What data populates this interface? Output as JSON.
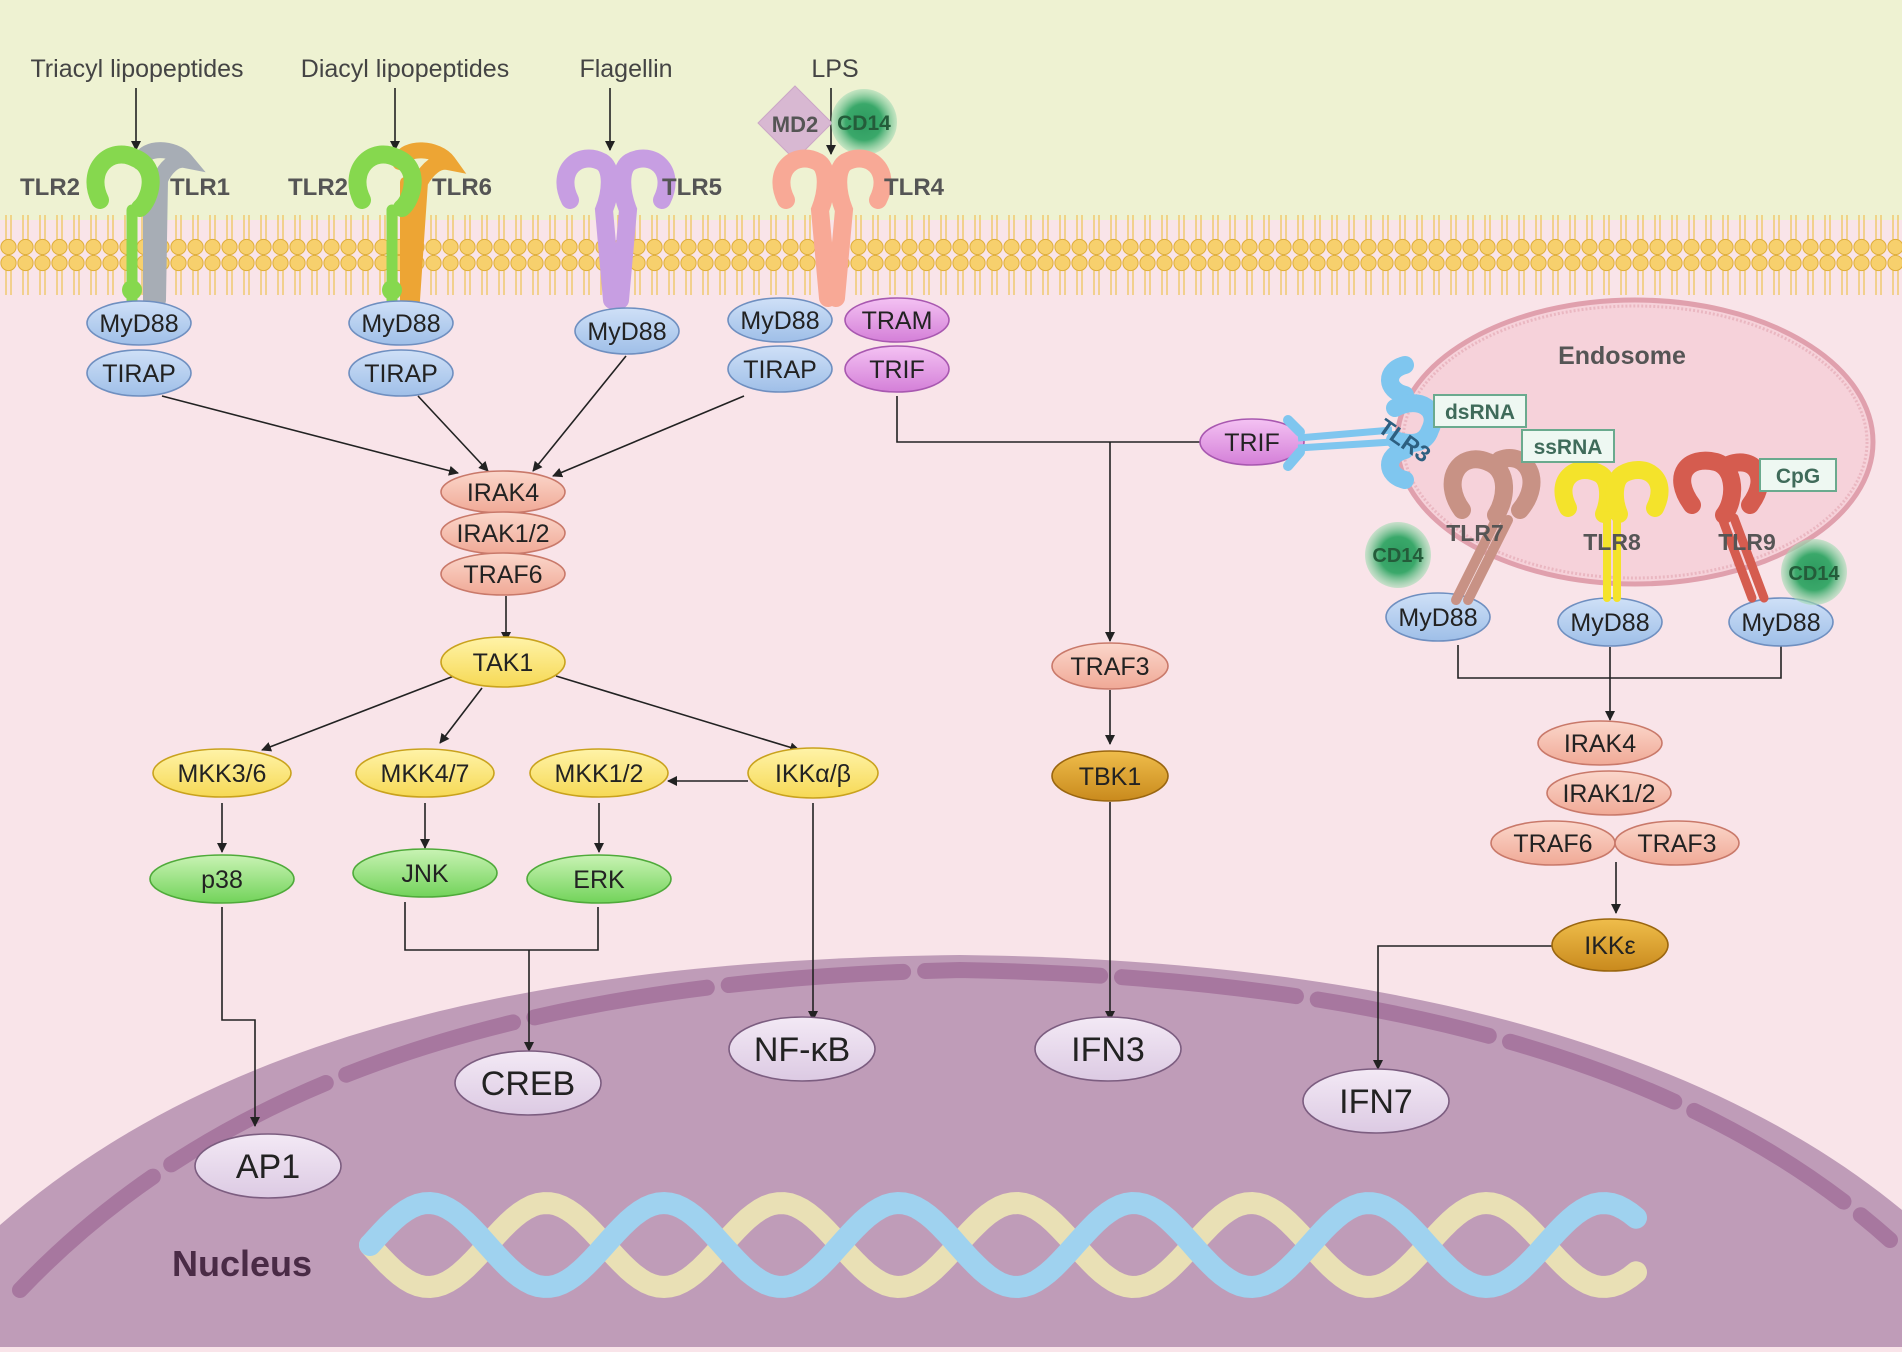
{
  "ligands": {
    "triacyl": "Triacyl lipopeptides",
    "diacyl": "Diacyl lipopeptides",
    "flagellin": "Flagellin",
    "lps": "LPS",
    "md2": "MD2",
    "cd14": "CD14"
  },
  "receptors": {
    "tlr2a": "TLR2",
    "tlr1": "TLR1",
    "tlr2b": "TLR2",
    "tlr6": "TLR6",
    "tlr5": "TLR5",
    "tlr4": "TLR4",
    "tlr3": "TLR3",
    "tlr7": "TLR7",
    "tlr8": "TLR8",
    "tlr9": "TLR9"
  },
  "adaptors": {
    "myd88_1": "MyD88",
    "tirap_1": "TIRAP",
    "myd88_2": "MyD88",
    "tirap_2": "TIRAP",
    "myd88_3": "MyD88",
    "myd88_4": "MyD88",
    "tirap_4": "TIRAP",
    "tram": "TRAM",
    "trif_4": "TRIF",
    "trif_3": "TRIF",
    "myd88_7": "MyD88",
    "myd88_8": "MyD88",
    "myd88_9": "MyD88"
  },
  "endosome": {
    "title": "Endosome",
    "dsrna": "dsRNA",
    "ssrna": "ssRNA",
    "cpg": "CpG",
    "cd14_left": "CD14",
    "cd14_right": "CD14"
  },
  "kinases": {
    "irak4": "IRAK4",
    "irak12": "IRAK1/2",
    "traf6": "TRAF6",
    "tak1": "TAK1",
    "mkk36": "MKK3/6",
    "mkk47": "MKK4/7",
    "mkk12": "MKK1/2",
    "ikkab": "IKKα/β",
    "p38": "p38",
    "jnk": "JNK",
    "erk": "ERK",
    "traf3": "TRAF3",
    "tbk1": "TBK1",
    "irak4_r": "IRAK4",
    "irak12_r": "IRAK1/2",
    "traf6_r": "TRAF6",
    "traf3_r": "TRAF3",
    "ikke": "IKKε"
  },
  "nuclear": {
    "label": "Nucleus",
    "ap1": "AP1",
    "creb": "CREB",
    "nfkb": "NF-κB",
    "ifn3": "IFN3",
    "ifn7": "IFN7"
  },
  "colors": {
    "extracellular": "#eef2d2",
    "cytoplasm": "#f9e4e9",
    "nucleus": "#bf9cb8",
    "membrane_bead": "#f7cf6b",
    "adaptor_blue": "#aec8ec",
    "salmon": "#f6bfac",
    "yellow": "#fbe77d",
    "green": "#8fe07a",
    "orange_dark": "#e2a22f",
    "purple": "#e49be8",
    "nuclear_factor": "#e8d9ec"
  }
}
